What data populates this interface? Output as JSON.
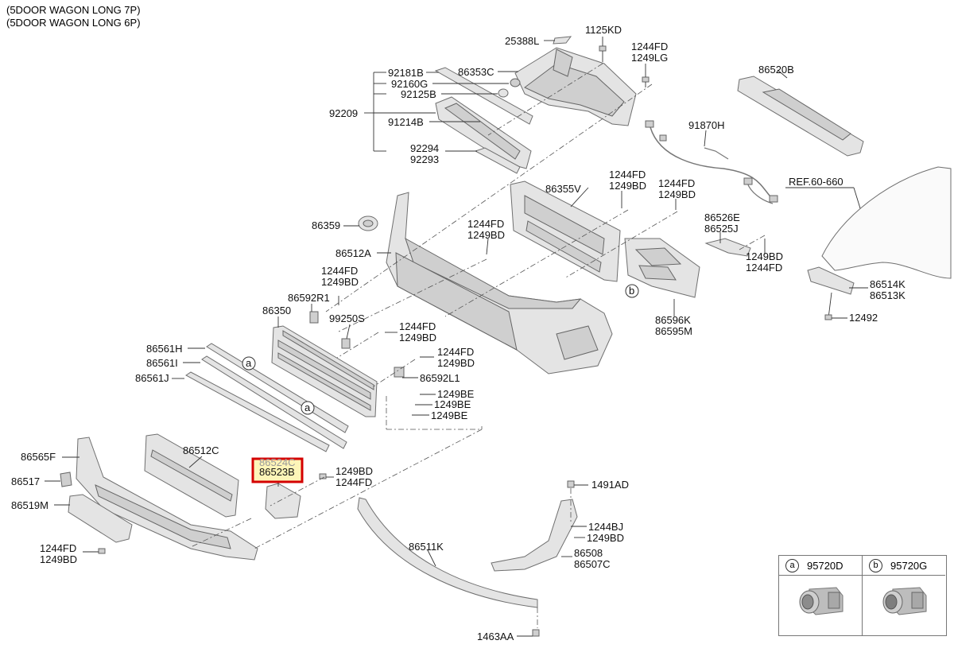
{
  "header": {
    "line1": "(5DOOR WAGON LONG 7P)",
    "line2": "(5DOOR WAGON LONG 6P)"
  },
  "labels": {
    "p25388L": "25388L",
    "p1125KD": "1125KD",
    "p1244FD_a": "1244FD",
    "p1249LG": "1249LG",
    "p92181B": "92181B",
    "p86353C": "86353C",
    "p92160G": "92160G",
    "p92125B": "92125B",
    "p92209": "92209",
    "p91214B": "91214B",
    "p92294": "92294",
    "p92293": "92293",
    "p86520B": "86520B",
    "p91870H": "91870H",
    "pREF": "REF.60-660",
    "p1244FD_b": "1244FD",
    "p1249BD_b": "1249BD",
    "p86355V": "86355V",
    "p1244FD_c": "1244FD",
    "p1249BD_c": "1249BD",
    "p86359": "86359",
    "p1244FD_d": "1244FD",
    "p1249BD_d": "1249BD",
    "p86526E": "86526E",
    "p86525J": "86525J",
    "p86512A": "86512A",
    "p1249BD_e": "1249BD",
    "p1244FD_e": "1244FD",
    "p1244FD_f": "1244FD",
    "p1249BD_f": "1249BD",
    "p86514K": "86514K",
    "p86513K": "86513K",
    "p86592R1": "86592R1",
    "p86350": "86350",
    "p99250S": "99250S",
    "p1244FD_g": "1244FD",
    "p1249BD_g": "1249BD",
    "p86596K": "86596K",
    "p86595M": "86595M",
    "p12492": "12492",
    "p86561H": "86561H",
    "p1244FD_h": "1244FD",
    "p1249BD_h": "1249BD",
    "p86561I": "86561I",
    "p86561J": "86561J",
    "p86592L1": "86592L1",
    "p1249BE_a": "1249BE",
    "p1249BE_b": "1249BE",
    "p1249BE_c": "1249BE",
    "p86565F": "86565F",
    "p86512C": "86512C",
    "p86524C": "86524C",
    "p86523B": "86523B",
    "p1249BD_i": "1249BD",
    "p1244FD_i": "1244FD",
    "p86517": "86517",
    "p1491AD": "1491AD",
    "p86519M": "86519M",
    "p1244BJ": "1244BJ",
    "p1249BD_j": "1249BD",
    "p86511K": "86511K",
    "p86508": "86508",
    "p86507C": "86507C",
    "p1244FD_k": "1244FD",
    "p1249BD_k": "1249BD",
    "p1463AA": "1463AA",
    "circle_a": "a",
    "circle_b": "b"
  },
  "legend": {
    "a_mark": "a",
    "a_part": "95720D",
    "b_mark": "b",
    "b_part": "95720G"
  },
  "colors": {
    "highlight_border": "#d40000",
    "highlight_fill": "#fdf5b8",
    "part_fill": "#e4e4e4"
  }
}
